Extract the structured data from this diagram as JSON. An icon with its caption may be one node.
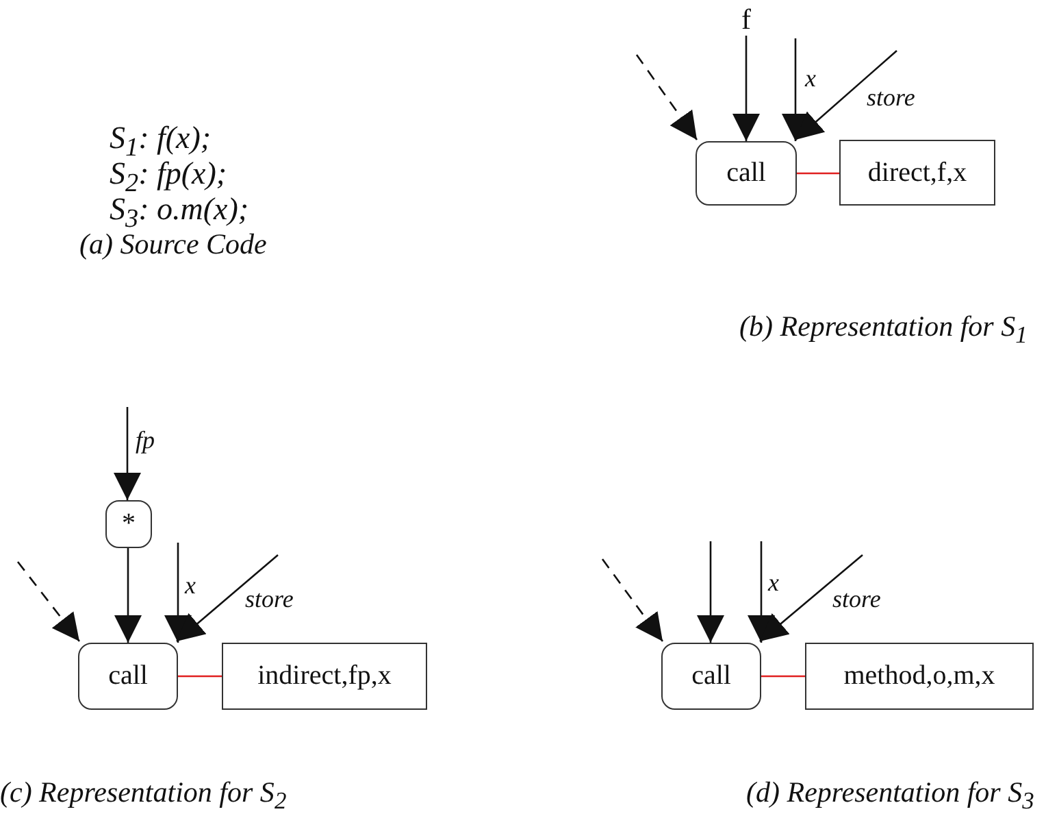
{
  "diagram": {
    "nodes": [
      {
        "text": [
          "f"
        ]
      },
      {
        "text": [
          "call"
        ]
      },
      {
        "text": [
          "direct,f,x"
        ]
      },
      {
        "text": [
          "*"
        ]
      },
      {
        "text": [
          "call"
        ]
      },
      {
        "text": [
          "indirect,fp,x"
        ]
      },
      {
        "text": [
          "call"
        ]
      },
      {
        "text": [
          "method,o,m,x"
        ]
      }
    ],
    "edges": [
      {
        "from": null,
        "to": 1,
        "arrow": "to",
        "style": "dashed"
      },
      {
        "from": 0,
        "to": 1,
        "arrow": "to"
      },
      {
        "from": null,
        "to": 1,
        "arrow": "to",
        "label": "x"
      },
      {
        "from": null,
        "to": 1,
        "arrow": "to",
        "label": "store"
      },
      {
        "from": 1,
        "to": 2,
        "arrow": "none",
        "color": "#e02020"
      },
      {
        "from": null,
        "to": 3,
        "arrow": "to",
        "label": "fp"
      },
      {
        "from": 3,
        "to": 4,
        "arrow": "to"
      },
      {
        "from": null,
        "to": 4,
        "arrow": "to",
        "style": "dashed"
      },
      {
        "from": null,
        "to": 4,
        "arrow": "to",
        "label": "x"
      },
      {
        "from": null,
        "to": 4,
        "arrow": "to",
        "label": "store"
      },
      {
        "from": 4,
        "to": 5,
        "arrow": "none",
        "color": "#e02020"
      },
      {
        "from": null,
        "to": 6,
        "arrow": "to",
        "style": "dashed"
      },
      {
        "from": null,
        "to": 6,
        "arrow": "to"
      },
      {
        "from": null,
        "to": 6,
        "arrow": "to",
        "label": "x"
      },
      {
        "from": null,
        "to": 6,
        "arrow": "to",
        "label": "store"
      },
      {
        "from": 6,
        "to": 7,
        "arrow": "none",
        "color": "#e02020"
      }
    ],
    "labels": [
      "S$_{1}$: f(x);",
      "S$_{2}$: fp(x);",
      "S$_{3}$: o.m(x);",
      "(a) Source Code",
      "(b) Representation for S$_{1}$",
      "(c) Representation for S$_{2}$",
      "(d) Representation for S$_{3}$"
    ]
  }
}
